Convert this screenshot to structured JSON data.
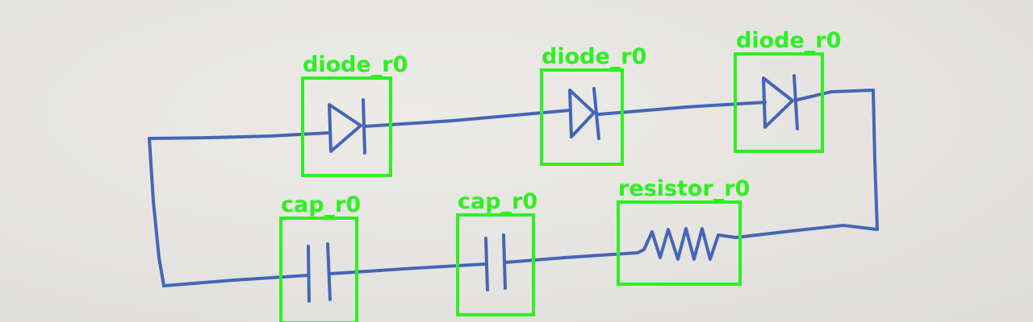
{
  "detections": [
    {
      "label": "diode_r0",
      "component": "diode"
    },
    {
      "label": "diode_r0",
      "component": "diode"
    },
    {
      "label": "diode_r0",
      "component": "diode"
    },
    {
      "label": "cap_r0",
      "component": "capacitor"
    },
    {
      "label": "cap_r0",
      "component": "capacitor"
    },
    {
      "label": "resistor_r0",
      "component": "resistor"
    }
  ],
  "colors": {
    "paper": "#e9e8e4",
    "ink": "#4565b8",
    "detection": "#2ef023"
  }
}
